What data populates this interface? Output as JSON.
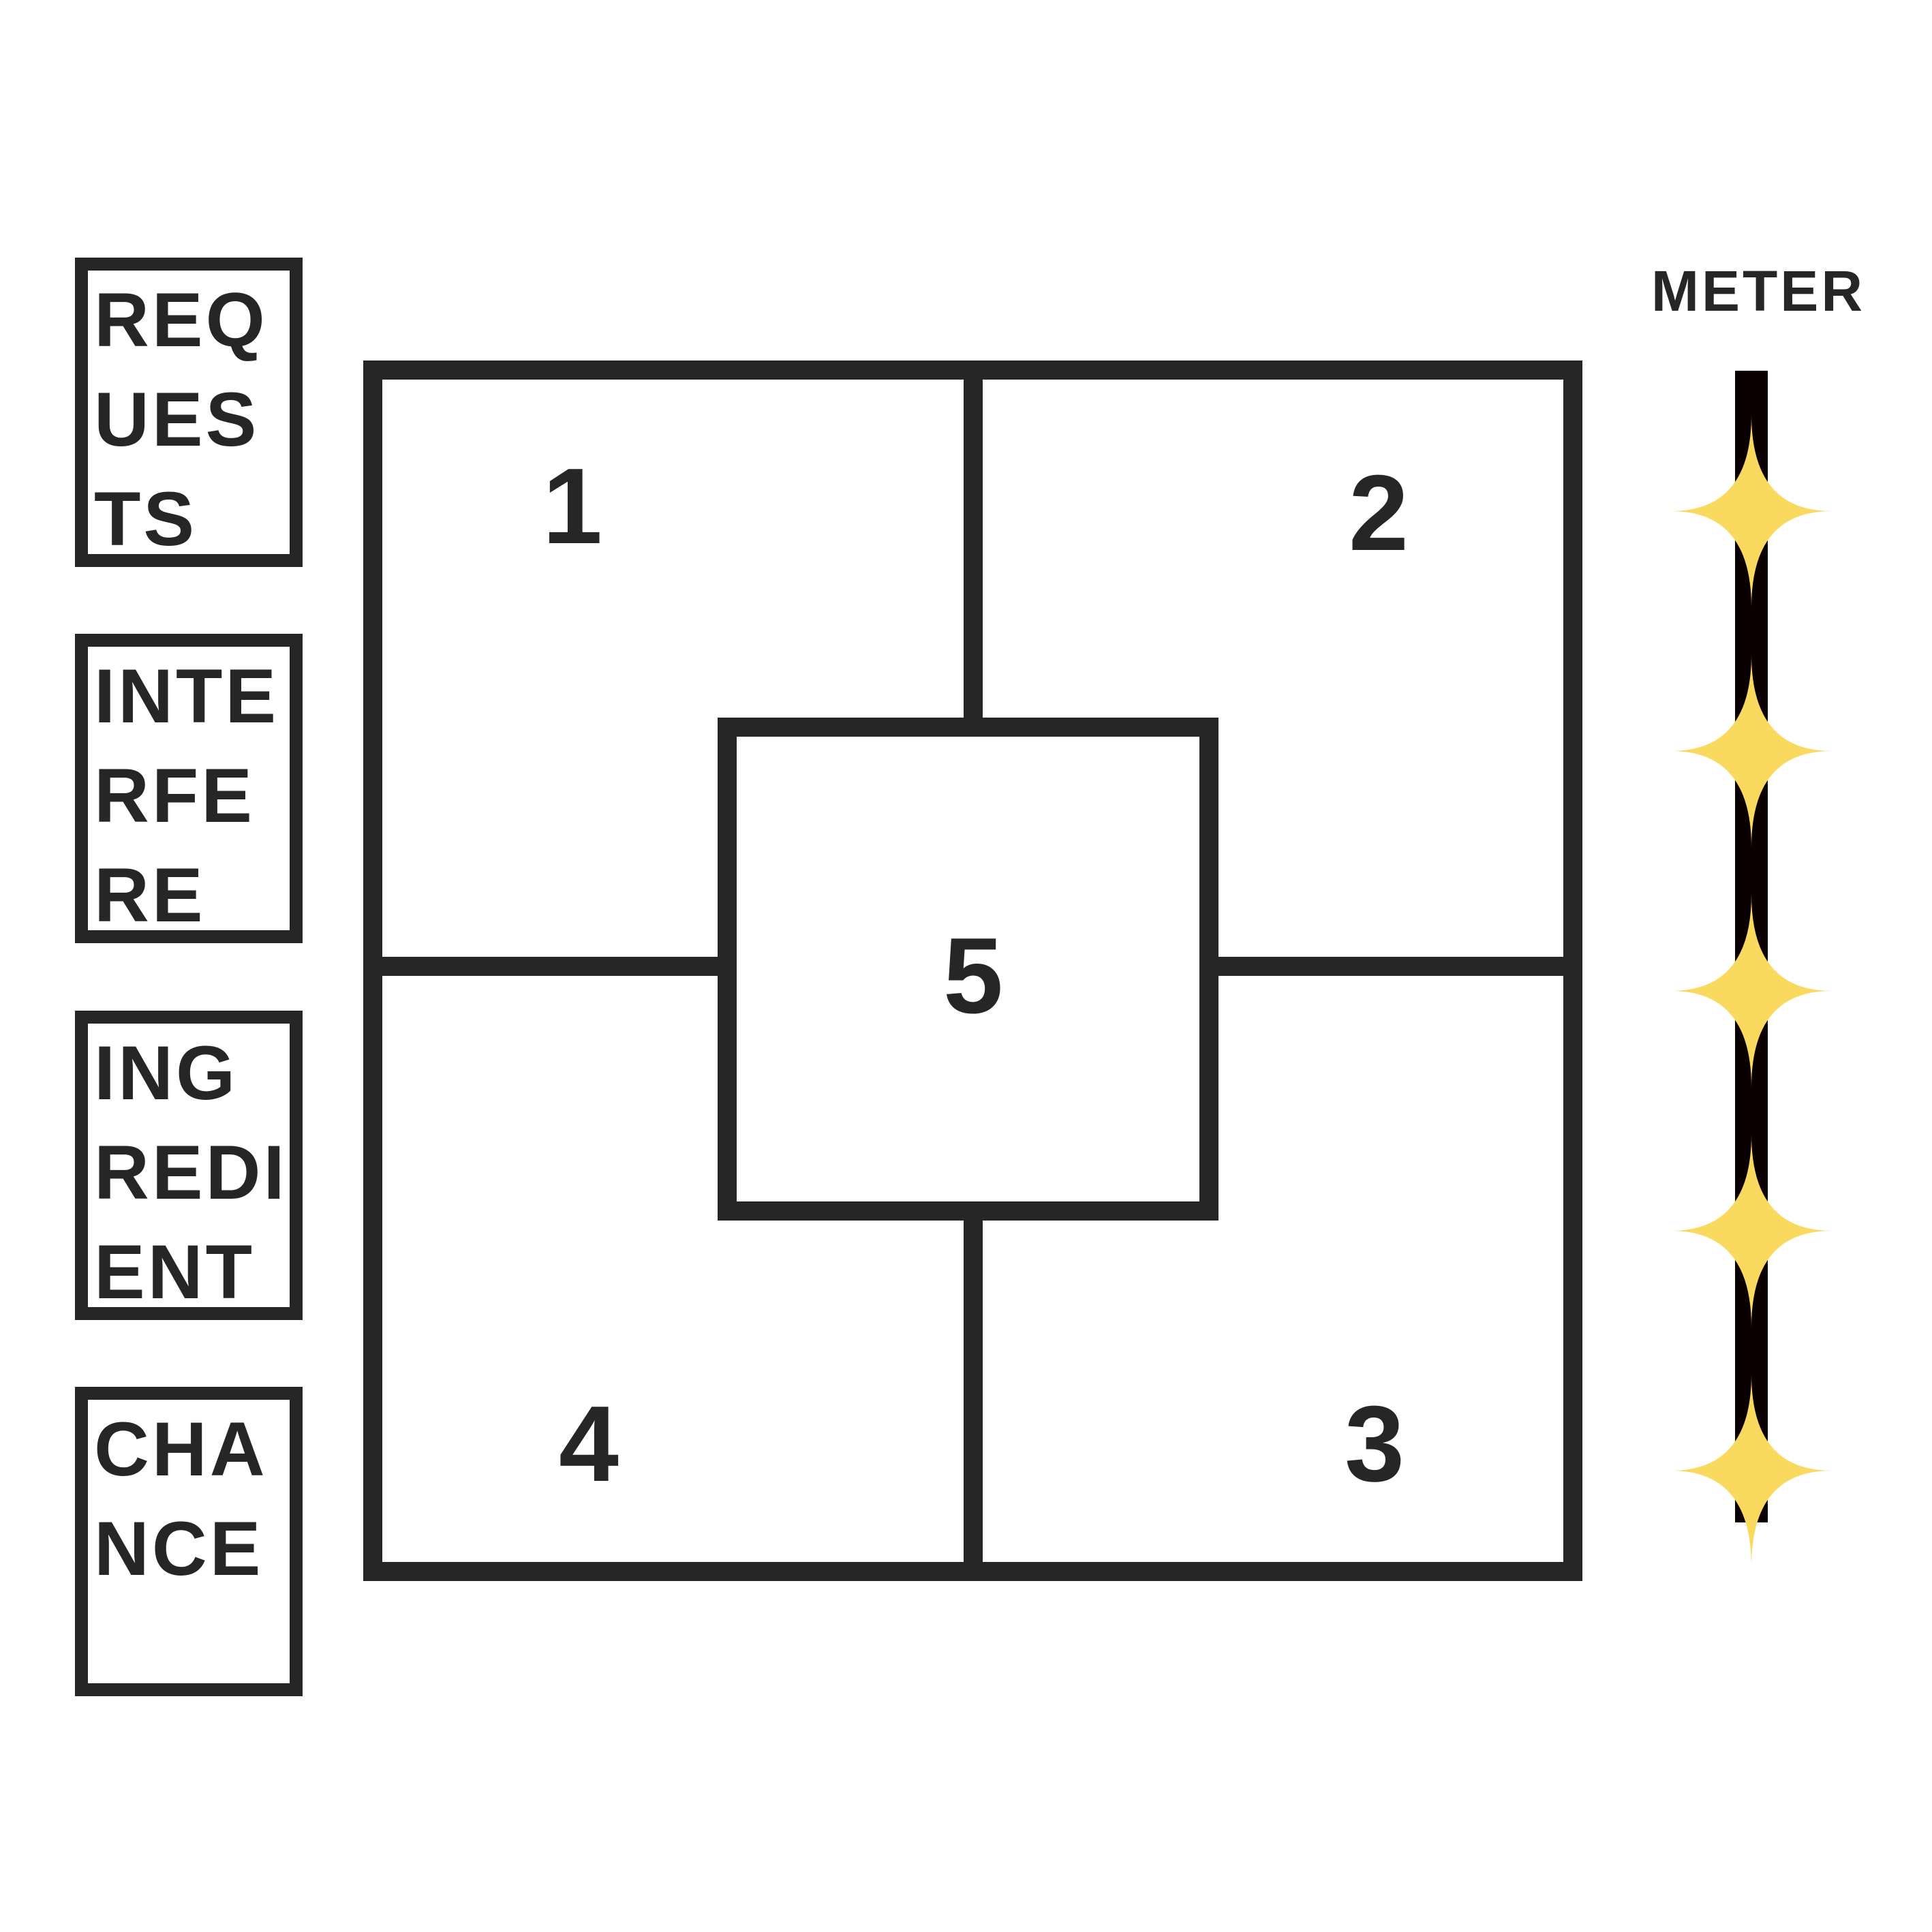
{
  "cards": [
    {
      "label": "REQUESTS"
    },
    {
      "label": "INTERFERE"
    },
    {
      "label": "INGREDIENT"
    },
    {
      "label": "CHANCE"
    }
  ],
  "board": {
    "numbers": [
      "1",
      "2",
      "3",
      "4",
      "5"
    ]
  },
  "meter": {
    "label": "METER",
    "star_count": 5,
    "star_color": "#FADA5E",
    "track_color": "#0A0000"
  },
  "colors": {
    "ink": "#262626",
    "background": "#FFFFFF"
  }
}
